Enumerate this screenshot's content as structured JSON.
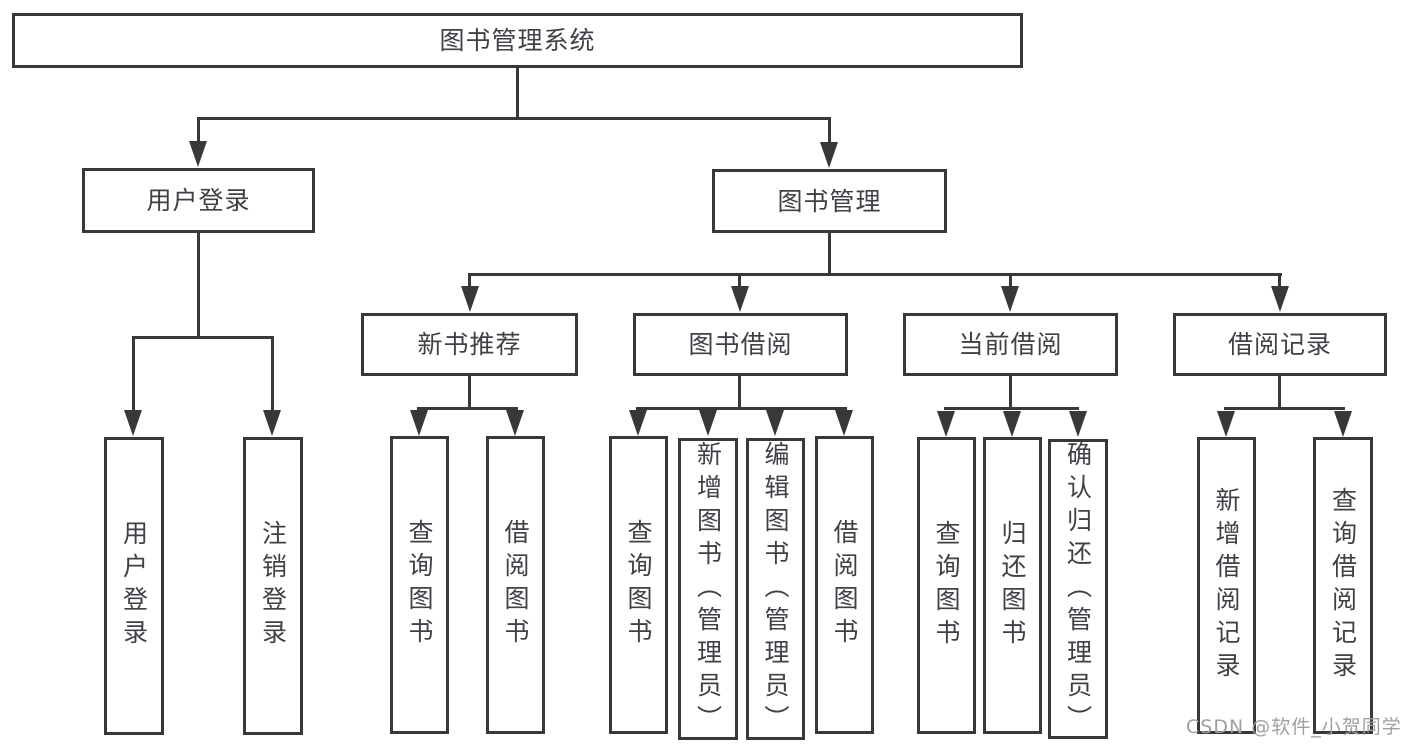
{
  "tree": {
    "label": "图书管理系统",
    "children": [
      {
        "label": "用户登录",
        "children": [
          {
            "label": "用户登录"
          },
          {
            "label": "注销登录"
          }
        ]
      },
      {
        "label": "图书管理",
        "children": [
          {
            "label": "新书推荐",
            "children": [
              {
                "label": "查询图书"
              },
              {
                "label": "借阅图书"
              }
            ]
          },
          {
            "label": "图书借阅",
            "children": [
              {
                "label": "查询图书"
              },
              {
                "label": "新增图书（管理员）"
              },
              {
                "label": "编辑图书（管理员）"
              },
              {
                "label": "借阅图书"
              }
            ]
          },
          {
            "label": "当前借阅",
            "children": [
              {
                "label": "查询图书"
              },
              {
                "label": "归还图书"
              },
              {
                "label": "确认归还（管理员）"
              }
            ]
          },
          {
            "label": "借阅记录",
            "children": [
              {
                "label": "新增借阅记录"
              },
              {
                "label": "查询借阅记录"
              }
            ]
          }
        ]
      }
    ]
  },
  "watermark": {
    "text": "CSDN @软件_小贺同学",
    "color": "#9da1a6"
  },
  "colors": {
    "line": "#383838",
    "text": "#3e4146",
    "background": "#ffffff"
  }
}
